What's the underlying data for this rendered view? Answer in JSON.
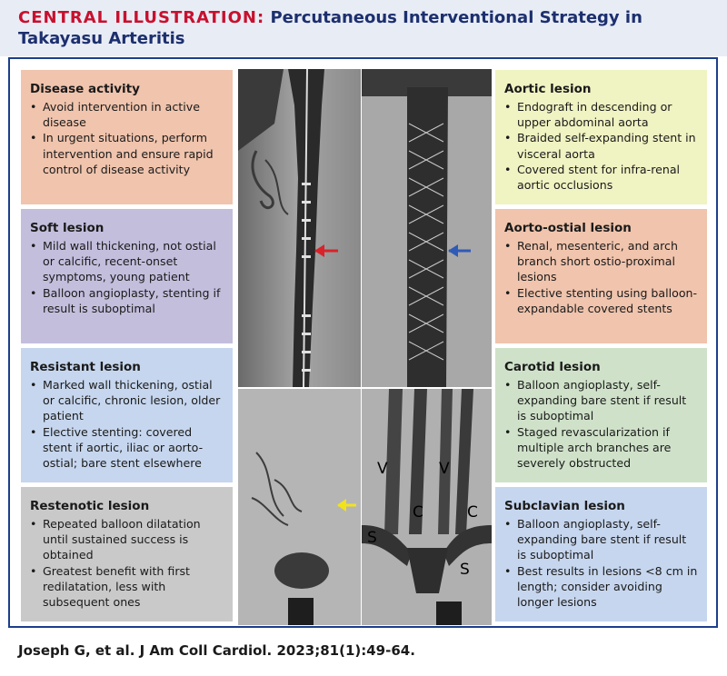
{
  "header": {
    "lead": "CENTRAL ILLUSTRATION:",
    "title": "Percutaneous Interventional Strategy in Takayasu Arteritis"
  },
  "colors": {
    "disease_activity": "#f0c4ad",
    "soft_lesion": "#c4bedd",
    "resistant_lesion": "#c6d6ee",
    "restenotic_lesion": "#c9c9c9",
    "aortic_lesion": "#f0f3c2",
    "aorto_ostial_lesion": "#f0c4ad",
    "carotid_lesion": "#cfe2c9",
    "subclavian_lesion": "#c6d6ee",
    "frame": "#1c3f8c",
    "header_text": "#1c2f6e",
    "header_lead": "#c8102e",
    "arrow_red": "#d8232a",
    "arrow_blue": "#2f5bb7",
    "arrow_yellow": "#f2e21a"
  },
  "left_boxes": [
    {
      "title": "Disease activity",
      "bullets": [
        "Avoid intervention in active disease",
        "In urgent situations, perform intervention and ensure rapid control of disease activity"
      ]
    },
    {
      "title": "Soft lesion",
      "bullets": [
        "Mild wall thickening, not ostial or calcific, recent-onset symptoms, young patient",
        "Balloon angioplasty, stenting if result is suboptimal"
      ]
    },
    {
      "title": "Resistant lesion",
      "bullets": [
        "Marked wall thickening, ostial or calcific, chronic lesion, older patient",
        "Elective stenting: covered stent if aortic, iliac or aorto-ostial; bare stent elsewhere"
      ]
    },
    {
      "title": "Restenotic lesion",
      "bullets": [
        "Repeated balloon dilatation until sustained success is obtained",
        "Greatest benefit with first redilatation, less with subsequent ones"
      ]
    }
  ],
  "right_boxes": [
    {
      "title": "Aortic lesion",
      "bullets": [
        "Endograft in descending or upper abdominal aorta",
        "Braided self-expanding stent in visceral aorta",
        "Covered stent for infra-renal aortic occlusions"
      ]
    },
    {
      "title": "Aorto-ostial lesion",
      "bullets": [
        "Renal, mesenteric, and arch branch short ostio-proximal lesions",
        "Elective stenting using balloon-expandable covered stents"
      ]
    },
    {
      "title": "Carotid lesion",
      "bullets": [
        "Balloon angioplasty, self-expanding bare stent if result is suboptimal",
        "Staged revascularization if multiple arch branches are severely obstructed"
      ]
    },
    {
      "title": "Subclavian lesion",
      "bullets": [
        "Balloon angioplasty, self-expanding bare stent if result is suboptimal",
        "Best results in lesions <8 cm in length; consider avoiding longer lesions"
      ]
    }
  ],
  "angio_labels": {
    "v_left": "V",
    "v_right": "V",
    "c_left": "C",
    "c_right": "C",
    "s_left": "S",
    "s_right": "S"
  },
  "footer": {
    "citation": "Joseph G, et al. J Am Coll Cardiol. 2023;81(1):49-64."
  }
}
